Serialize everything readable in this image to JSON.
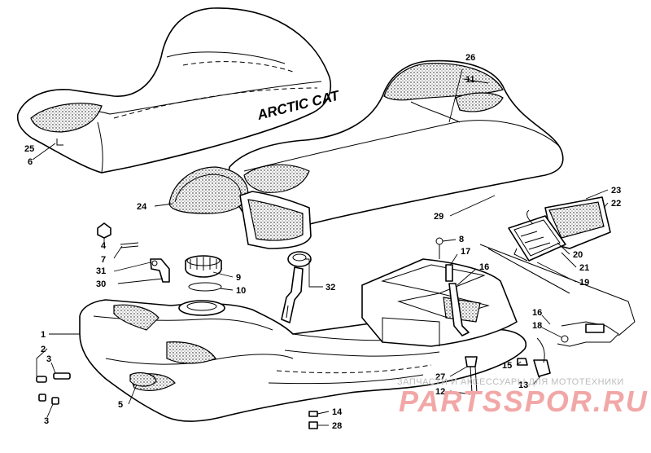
{
  "brand_text": "ARCTIC CAT",
  "callouts": {
    "c1": "1",
    "c2": "2",
    "c3a": "3",
    "c3b": "3",
    "c4": "4",
    "c5": "5",
    "c6": "6",
    "c7": "7",
    "c8": "8",
    "c9": "9",
    "c10": "10",
    "c11": "11",
    "c12": "12",
    "c13": "13",
    "c14": "14",
    "c15": "15",
    "c16a": "16",
    "c16b": "16",
    "c17": "17",
    "c18": "18",
    "c19": "19",
    "c20": "20",
    "c21": "21",
    "c22": "22",
    "c23": "23",
    "c24": "24",
    "c25": "25",
    "c26": "26",
    "c27": "27",
    "c28": "28",
    "c29": "29",
    "c30": "30",
    "c31": "31",
    "c32": "32"
  },
  "watermark": {
    "subtitle": "ЗАПЧАСТИ И АКСЕССУАРЫ ДЛЯ МОТОТЕХНИКИ",
    "logo": "PARTSSPOR.RU"
  }
}
